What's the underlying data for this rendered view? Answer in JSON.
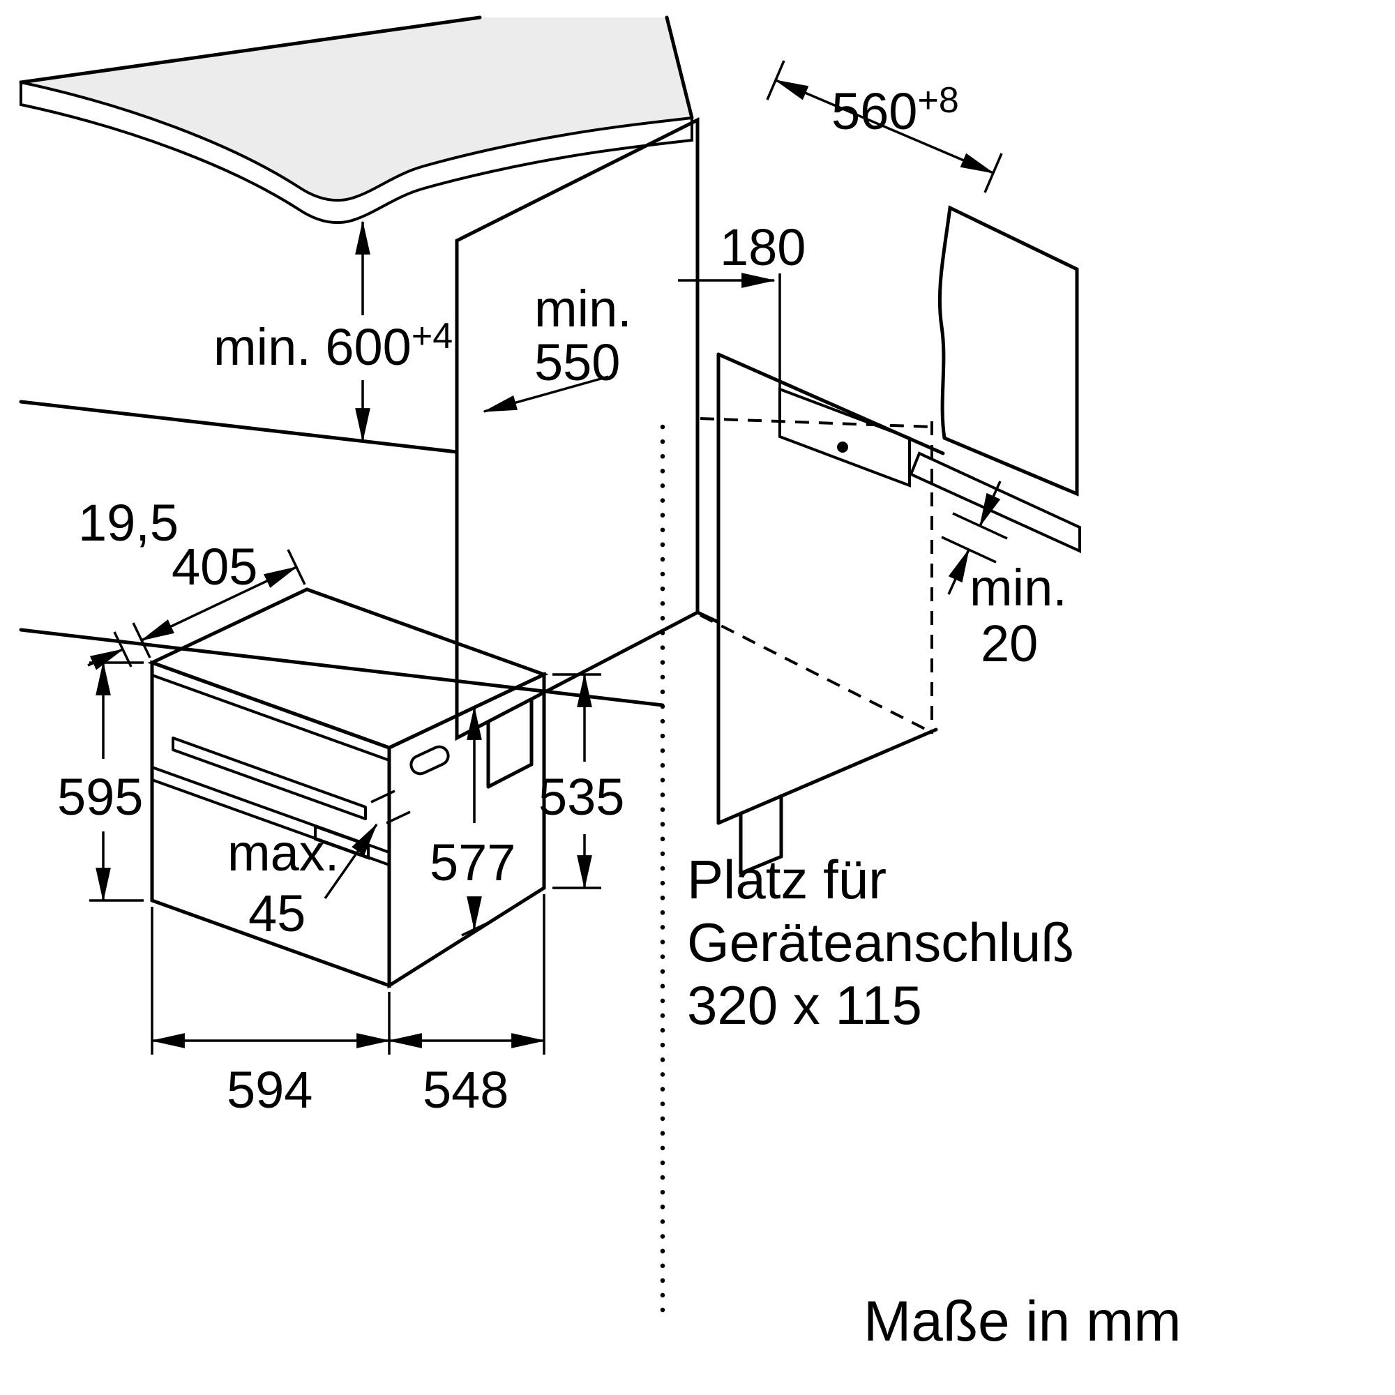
{
  "notes": {
    "units": "Maße in mm",
    "connection": {
      "l1": "Platz für",
      "l2": "Geräteanschluß",
      "l3": "320 x 115"
    }
  },
  "dims": {
    "niche_width": {
      "v": "560",
      "sup": "+8"
    },
    "niche_height": {
      "v": "min. 600",
      "sup": "+4"
    },
    "niche_depth": {
      "l1": "min.",
      "l2": "550"
    },
    "outlet_offset": {
      "v": "180"
    },
    "rear_gap": {
      "l1": "min.",
      "l2": "20"
    },
    "overhang": {
      "v": "19,5"
    },
    "door_front_depth": {
      "v": "405"
    },
    "front_height": {
      "v": "595"
    },
    "handle_depth": {
      "l1": "max.",
      "l2": "45"
    },
    "cavity_height": {
      "v": "577"
    },
    "body_height": {
      "v": "535"
    },
    "width": {
      "v": "594"
    },
    "depth": {
      "v": "548"
    }
  },
  "colors": {
    "surface": "#ececec",
    "edge_band": "#c8c8c8",
    "line": "#000000"
  }
}
